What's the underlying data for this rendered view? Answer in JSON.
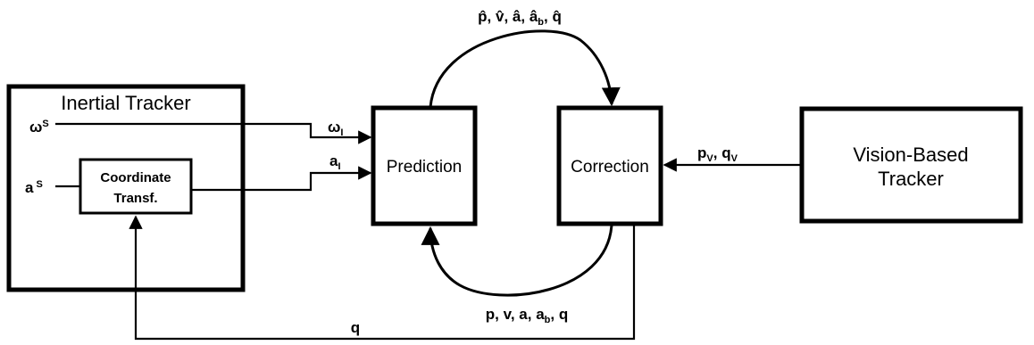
{
  "inertial_tracker": {
    "title": "Inertial Tracker",
    "input_omega": "ω",
    "input_omega_sup": "S",
    "input_accel": "a",
    "input_accel_sup": "S",
    "coord_line1": "Coordinate",
    "coord_line2": "Transf."
  },
  "prediction": {
    "label": "Prediction"
  },
  "correction": {
    "label": "Correction"
  },
  "vision_tracker": {
    "line1": "Vision-Based",
    "line2": "Tracker"
  },
  "signals": {
    "omega_i": "ω",
    "omega_i_sub": "I",
    "a_i": "a",
    "a_i_sub": "I",
    "pv": "p",
    "pv_sub": "V",
    "qv": "q",
    "qv_sub": "V",
    "sep": ", ",
    "top_est": {
      "p": "p̂",
      "v": "v̂",
      "a": "â",
      "ab": "â",
      "ab_sub": "b",
      "q": "q̂"
    },
    "bottom_state": {
      "p": "p",
      "v": "v",
      "a": "a",
      "ab": "a",
      "ab_sub": "b",
      "q": "q"
    },
    "feedback_q": "q"
  }
}
